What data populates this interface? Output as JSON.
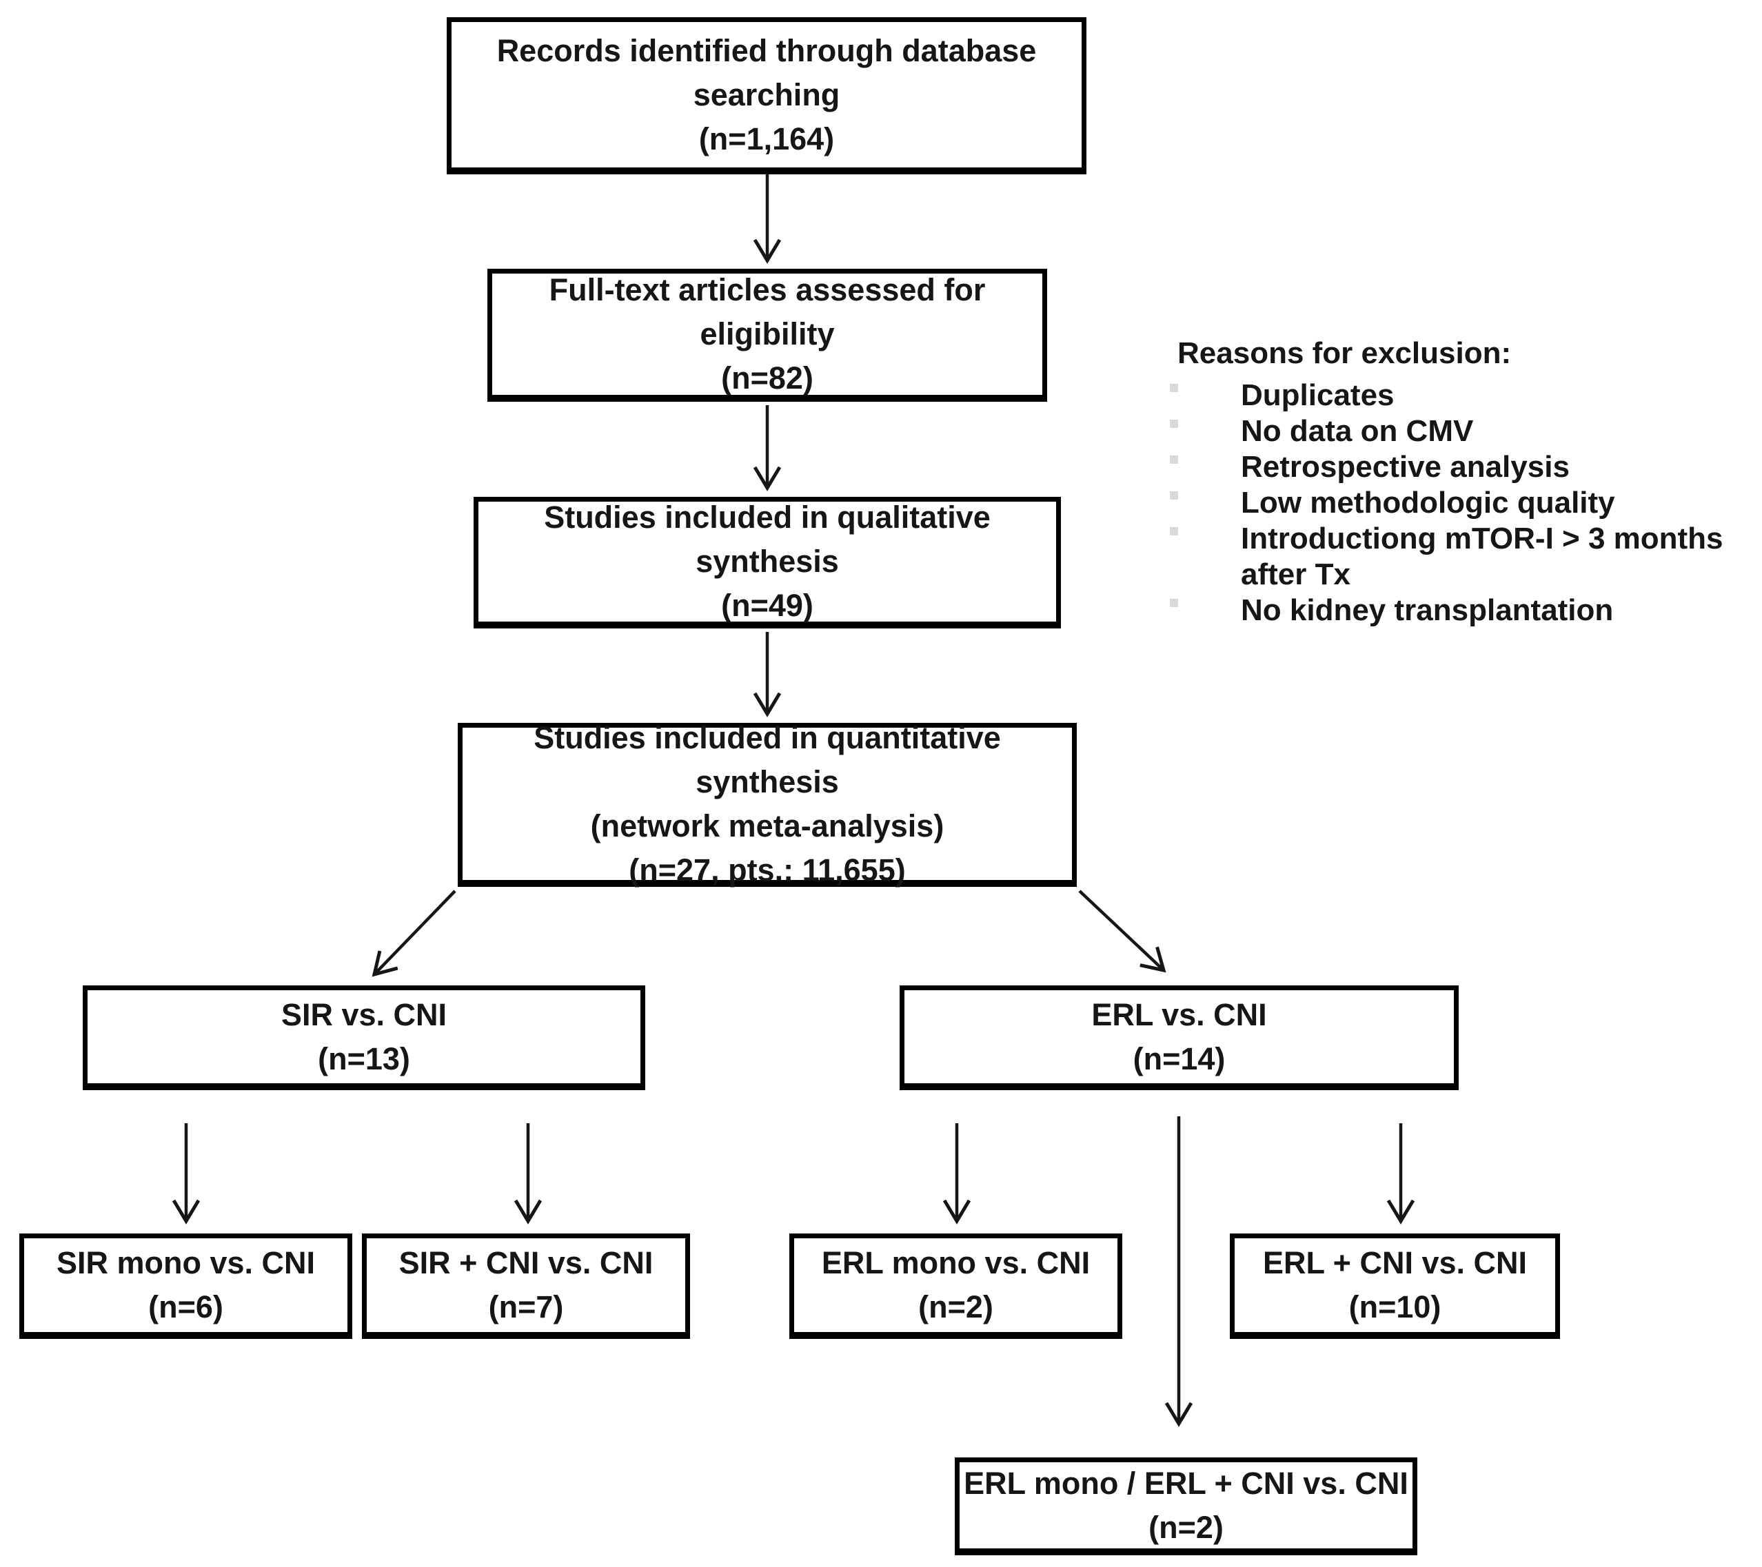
{
  "colors": {
    "box_border": "#000000",
    "text": "#161616",
    "arrow": "#161616",
    "bullet": "#d9d9d9",
    "background": "#ffffff"
  },
  "flowchart": {
    "boxes": {
      "records": {
        "label": "Records identified through database searching",
        "count": "(n=1,164)"
      },
      "fulltext": {
        "label": "Full-text articles assessed for eligibility",
        "count": "(n=82)"
      },
      "qualitative": {
        "label": "Studies included in qualitative synthesis",
        "count": "(n=49)"
      },
      "quantitative": {
        "label": "Studies included in quantitative synthesis",
        "sublabel": "(network meta-analysis)",
        "count": "(n=27, pts.: 11,655)"
      },
      "sir": {
        "label": "SIR vs. CNI",
        "count": "(n=13)"
      },
      "erl": {
        "label": "ERL vs. CNI",
        "count": "(n=14)"
      },
      "sir_mono": {
        "label": "SIR mono vs. CNI",
        "count": "(n=6)"
      },
      "sir_cni": {
        "label": "SIR + CNI vs. CNI",
        "count": "(n=7)"
      },
      "erl_mono": {
        "label": "ERL mono vs. CNI",
        "count": "(n=2)"
      },
      "erl_cni": {
        "label": "ERL + CNI vs. CNI",
        "count": "(n=10)"
      },
      "erl_combined": {
        "label": "ERL mono / ERL + CNI vs. CNI",
        "count": "(n=2)"
      }
    },
    "exclusion": {
      "title": "Reasons for exclusion:",
      "items": [
        "Duplicates",
        "No data on CMV",
        "Retrospective analysis",
        "Low methodologic quality",
        "Introductiong mTOR-I > 3 months after Tx",
        "No kidney transplantation"
      ]
    }
  }
}
